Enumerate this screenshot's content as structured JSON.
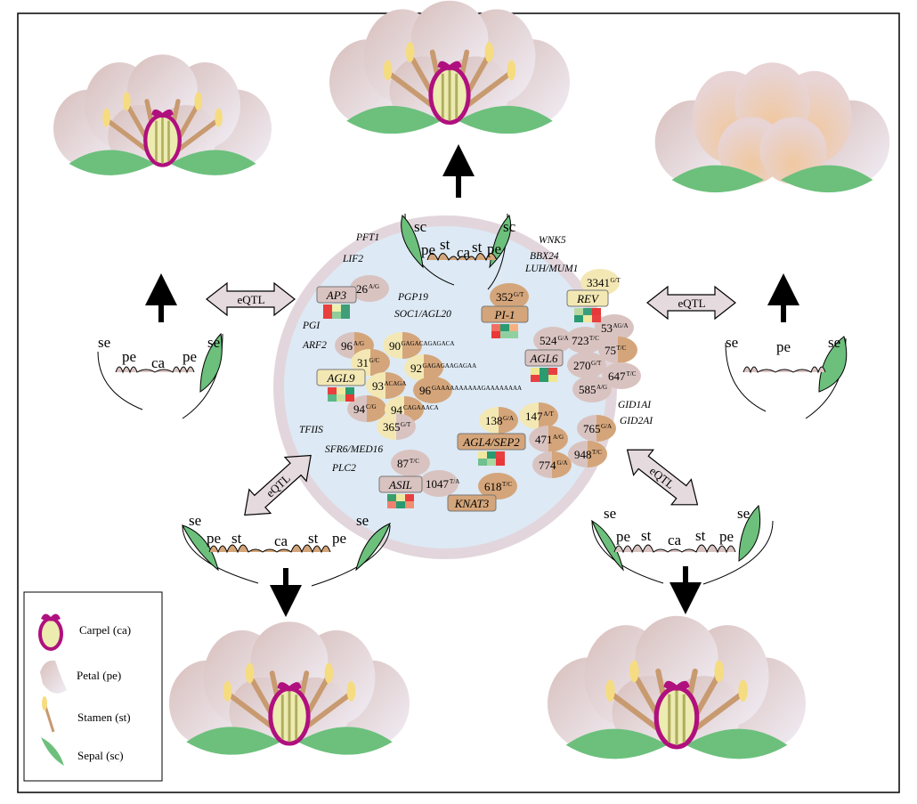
{
  "colors": {
    "ring": "#e2d6dc",
    "inner": "#dde9f4",
    "pink": "#d9c3c0",
    "tan": "#d4a57a",
    "yellow": "#f3e8b4",
    "sepal": "#6cc07c",
    "carpel": "#b0107e"
  },
  "eqtl": {
    "left": "eQTL",
    "right": "eQTL",
    "bottom_left": "eQTL",
    "bottom_right": "eQTL"
  },
  "whorls": {
    "top_inner": {
      "sc_left": "sc",
      "sc_right": "sc",
      "pe1": "pe",
      "st1": "st",
      "ca": "ca",
      "st2": "st",
      "pe2": "pe"
    },
    "left": {
      "se1": "se",
      "pe1": "pe",
      "ca": "ca",
      "pe2": "pe",
      "se2": "se"
    },
    "right": {
      "se1": "se",
      "pe": "pe",
      "se2": "se"
    },
    "bottom_left": {
      "se1": "se",
      "pe1": "pe",
      "st1": "st",
      "ca": "ca",
      "st2": "st",
      "pe2": "pe",
      "se2": "se"
    },
    "bottom_right": {
      "se1": "se",
      "pe1": "pe",
      "st1": "st",
      "ca": "ca",
      "st2": "st",
      "pe2": "pe",
      "se2": "se"
    }
  },
  "free_genes": [
    "PFT1",
    "LIF2",
    "PGP19",
    "SOC1/AGL20",
    "PGI",
    "ARF2",
    "WNK5",
    "BBX24",
    "LUH/MUM1",
    "GID1AI",
    "GID2AI",
    "TFIIS",
    "SFR6/MED16",
    "PLC2"
  ],
  "gene_boxes": [
    {
      "label": "AP3",
      "fill": "pink",
      "heatmap": [
        [
          "#e8403c",
          "#eef0b0",
          "#3f9e78"
        ],
        [
          "#e8403c",
          "#8fce9a",
          "#3f9e78"
        ]
      ]
    },
    {
      "label": "PI-1",
      "fill": "tan",
      "heatmap": [
        [
          "#f07060",
          "#2a9a70",
          "#f6b080"
        ],
        [
          "#e83838",
          "#90d0a0",
          "#90d0a0"
        ]
      ]
    },
    {
      "label": "REV",
      "fill": "yellow",
      "heatmap": [
        [
          "#b8d8a0",
          "#3a9e7a",
          "#e83838"
        ],
        [
          "#2a9a70",
          "#f0e8a0",
          "#e84040"
        ]
      ]
    },
    {
      "label": "AGL6",
      "fill": "pink",
      "heatmap": [
        [
          "#f0e890",
          "#2a9a70",
          "#e84040"
        ],
        [
          "#e84040",
          "#2a9a70",
          "#f0e890"
        ]
      ]
    },
    {
      "label": "AGL9",
      "fill": "yellow",
      "heatmap": [
        [
          "#e84040",
          "#f0e8a0",
          "#2a9a70"
        ],
        [
          "#5ab888",
          "#c8e0a0",
          "#e83838"
        ]
      ]
    },
    {
      "label": "AGL4/SEP2",
      "fill": "tan",
      "heatmap": [
        [
          "#f0e8a0",
          "#2a9a70",
          "#e84040"
        ],
        [
          "#70c090",
          "#a8d8a0",
          "#e83838"
        ]
      ]
    },
    {
      "label": "ASIL",
      "fill": "pink",
      "heatmap": [
        [
          "#3a9e6a",
          "#f0e8a0",
          "#e84040"
        ],
        [
          "#f08070",
          "#2a9a70",
          "#f09070"
        ]
      ]
    },
    {
      "label": "KNAT3",
      "fill": "tan",
      "heatmap": []
    }
  ],
  "variants": [
    {
      "pos": "26",
      "allele": "A/G",
      "fill": [
        "pink",
        "pink"
      ]
    },
    {
      "pos": "352",
      "allele": "G/T",
      "fill": [
        "tan",
        "tan"
      ]
    },
    {
      "pos": "3341",
      "allele": "G/T",
      "fill": [
        "yellow",
        "yellow"
      ]
    },
    {
      "pos": "96",
      "allele": "A/G",
      "fill": [
        "pink",
        "tan"
      ]
    },
    {
      "pos": "90",
      "allele": "GAGACAGAGACA",
      "fill": [
        "yellow",
        "tan"
      ]
    },
    {
      "pos": "31",
      "allele": "G/C",
      "fill": [
        "yellow",
        "tan"
      ]
    },
    {
      "pos": "92",
      "allele": "GAGAGAAGAGAA",
      "fill": [
        "yellow",
        "tan"
      ]
    },
    {
      "pos": "93",
      "allele": "ACAGA",
      "fill": [
        "yellow",
        "tan"
      ]
    },
    {
      "pos": "96",
      "allele": "GAAAAAAAAAAGAAAAAAAA",
      "fill": [
        "tan",
        "tan"
      ]
    },
    {
      "pos": "94",
      "allele": "C/G",
      "fill": [
        "pink",
        "tan"
      ]
    },
    {
      "pos": "94",
      "allele": "CAGAAACA",
      "fill": [
        "yellow",
        "tan"
      ]
    },
    {
      "pos": "365",
      "allele": "G/T",
      "fill": [
        "yellow",
        "pink"
      ]
    },
    {
      "pos": "53",
      "allele": "AG/A",
      "fill": [
        "pink",
        "pink"
      ]
    },
    {
      "pos": "524",
      "allele": "G/A",
      "fill": [
        "pink",
        "pink"
      ]
    },
    {
      "pos": "723",
      "allele": "T/C",
      "fill": [
        "pink",
        "pink"
      ]
    },
    {
      "pos": "75",
      "allele": "T/C",
      "fill": [
        "pink",
        "tan"
      ]
    },
    {
      "pos": "270",
      "allele": "G/T",
      "fill": [
        "pink",
        "pink"
      ]
    },
    {
      "pos": "647",
      "allele": "T/C",
      "fill": [
        "pink",
        "pink"
      ]
    },
    {
      "pos": "585",
      "allele": "A/G",
      "fill": [
        "pink",
        "pink"
      ]
    },
    {
      "pos": "138",
      "allele": "G/A",
      "fill": [
        "yellow",
        "tan"
      ]
    },
    {
      "pos": "147",
      "allele": "A/T",
      "fill": [
        "yellow",
        "tan"
      ]
    },
    {
      "pos": "471",
      "allele": "A/G",
      "fill": [
        "pink",
        "tan"
      ]
    },
    {
      "pos": "765",
      "allele": "G/A",
      "fill": [
        "pink",
        "tan"
      ]
    },
    {
      "pos": "774",
      "allele": "G/A",
      "fill": [
        "pink",
        "tan"
      ]
    },
    {
      "pos": "948",
      "allele": "T/C",
      "fill": [
        "pink",
        "tan"
      ]
    },
    {
      "pos": "87",
      "allele": "T/C",
      "fill": [
        "pink",
        "pink"
      ]
    },
    {
      "pos": "1047",
      "allele": "T/A",
      "fill": [
        "pink",
        "pink"
      ]
    },
    {
      "pos": "618",
      "allele": "T/C",
      "fill": [
        "tan",
        "tan"
      ]
    }
  ],
  "legend": [
    {
      "label": "Carpel (ca)",
      "icon": "carpel"
    },
    {
      "label": "Petal (pe)",
      "icon": "petal"
    },
    {
      "label": "Stamen (st)",
      "icon": "stamen"
    },
    {
      "label": "Sepal (sc)",
      "icon": "sepal"
    }
  ]
}
